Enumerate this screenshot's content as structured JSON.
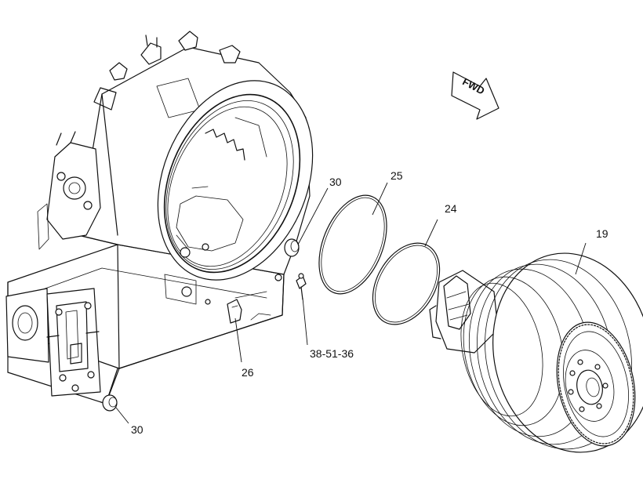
{
  "direction_arrow": {
    "label": "FWD"
  },
  "callouts": [
    {
      "id": "callout-30-upper",
      "text": "30"
    },
    {
      "id": "callout-25",
      "text": "25"
    },
    {
      "id": "callout-24",
      "text": "24"
    },
    {
      "id": "callout-19",
      "text": "19"
    },
    {
      "id": "callout-38-51-36",
      "text": "38-51-36"
    },
    {
      "id": "callout-26",
      "text": "26"
    },
    {
      "id": "callout-30-lower",
      "text": "30"
    }
  ]
}
